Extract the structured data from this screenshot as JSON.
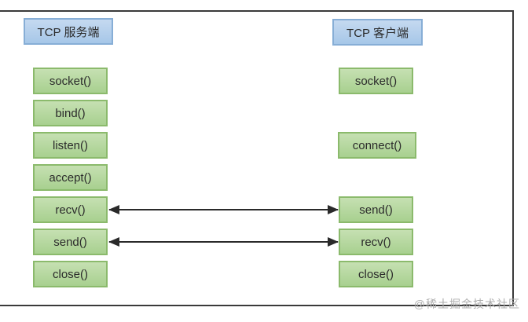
{
  "server": {
    "header": "TCP 服务端",
    "boxes": [
      {
        "label": "socket()"
      },
      {
        "label": "bind()"
      },
      {
        "label": "listen()"
      },
      {
        "label": "accept()"
      },
      {
        "label": "recv()"
      },
      {
        "label": "send()"
      },
      {
        "label": "close()"
      }
    ]
  },
  "client": {
    "header": "TCP 客户端",
    "boxes": [
      {
        "label": "socket()"
      },
      {
        "label": "connect()"
      },
      {
        "label": "send()"
      },
      {
        "label": "recv()"
      },
      {
        "label": "close()"
      }
    ]
  },
  "arrows": [
    {
      "from": "server recv()",
      "to": "client send()",
      "bidirectional": true
    },
    {
      "from": "server send()",
      "to": "client recv()",
      "bidirectional": true
    }
  ],
  "watermark": {
    "text": "@稀土掘金技术社区"
  },
  "colors": {
    "header_fill": "#a6c7e8",
    "header_border": "#87aed6",
    "box_fill": "#a8d08f",
    "box_border": "#8bba6c",
    "arrow": "#2a2a2a",
    "frame": "#3a3a3a",
    "watermark_text": "#aeaeae"
  }
}
